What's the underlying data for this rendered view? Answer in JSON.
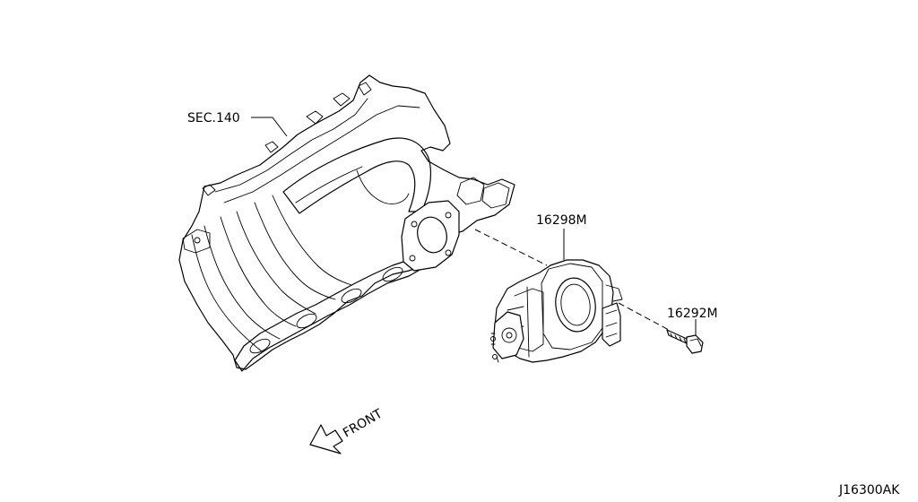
{
  "labels": {
    "section_ref": "SEC.140",
    "throttle_body": "16298M",
    "bolt": "16292M",
    "front": "FRONT",
    "diagram_id": "J16300AK"
  }
}
